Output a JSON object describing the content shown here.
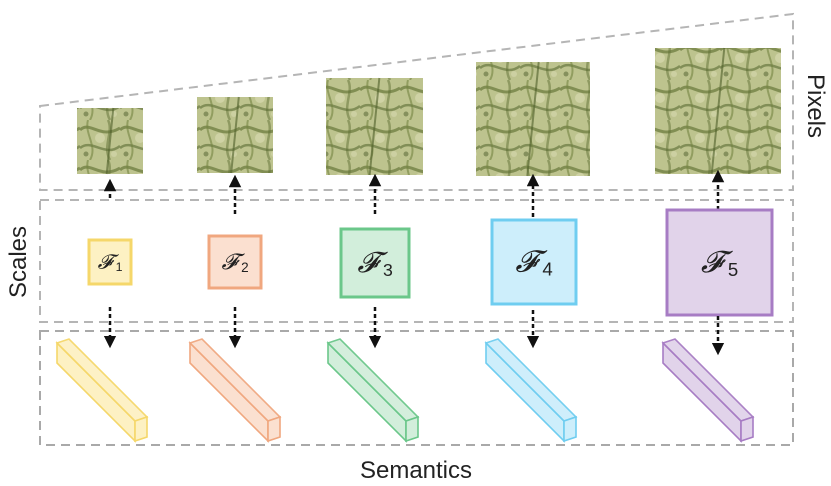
{
  "labels": {
    "pixels": "Pixels",
    "scales": "Scales",
    "semantics": "Semantics"
  },
  "stages": [
    {
      "symbol": "𝓕",
      "subscript": "1",
      "fill": "#fdf1c3",
      "stroke": "#f5d76a"
    },
    {
      "symbol": "𝓕",
      "subscript": "2",
      "fill": "#fbe0d0",
      "stroke": "#f0a77f"
    },
    {
      "symbol": "𝓕",
      "subscript": "3",
      "fill": "#d2eedb",
      "stroke": "#6bc78a"
    },
    {
      "symbol": "𝓕",
      "subscript": "4",
      "fill": "#cdeefb",
      "stroke": "#6fcdf0"
    },
    {
      "symbol": "𝓕",
      "subscript": "5",
      "fill": "#e1d3ea",
      "stroke": "#a77cc4"
    }
  ],
  "colors": {
    "dashed_border": "#a9a9a9",
    "arrow": "#111111",
    "image_base": "#8a9a5a",
    "image_light": "#e8e6c2",
    "image_dark": "#4f5f2a"
  }
}
